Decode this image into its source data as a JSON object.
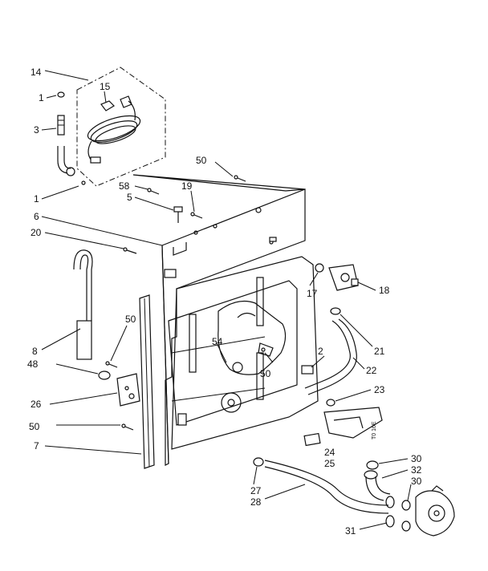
{
  "labels": {
    "l14": "14",
    "l15": "15",
    "l1a": "1",
    "l3": "3",
    "l1b": "1",
    "l50a": "50",
    "l58": "58",
    "l5": "5",
    "l19": "19",
    "l6": "6",
    "l20": "20",
    "l17": "17",
    "l18": "18",
    "l50b": "50",
    "l8": "8",
    "l48": "48",
    "l54": "54",
    "l50c": "50",
    "l2": "2",
    "l21": "21",
    "l22": "22",
    "l23": "23",
    "l26": "26",
    "l50d": "50",
    "l7": "7",
    "l24": "24",
    "l25": "25",
    "l30a": "30",
    "l32": "32",
    "l30b": "30",
    "l27": "27",
    "l28": "28",
    "l31": "31"
  },
  "stamp": "T0 16E"
}
